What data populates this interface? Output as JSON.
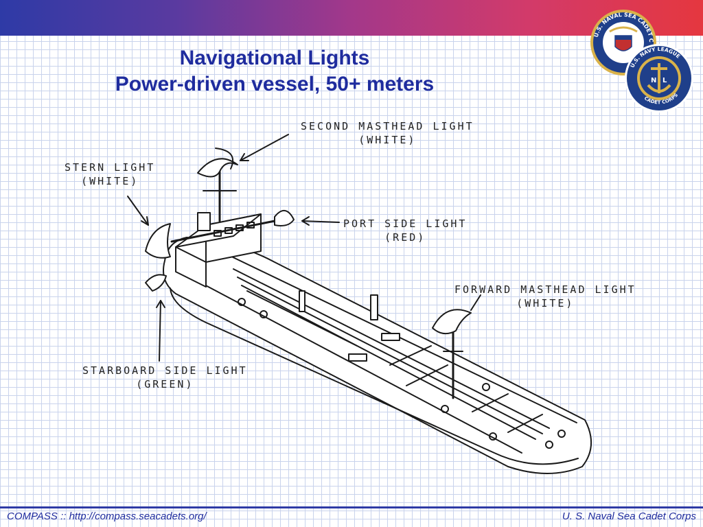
{
  "header": {
    "title_line1": "Navigational Lights",
    "title_line2": "Power-driven vessel, 50+ meters"
  },
  "logos": {
    "seal1_text": "U.S. NAVAL SEA CADET CORPS",
    "seal2_text": "U.S. NAVY LEAGUE · CADET CORPS"
  },
  "labels": {
    "second_masthead": [
      "SECOND MASTHEAD LIGHT",
      "(WHITE)"
    ],
    "stern": [
      "STERN LIGHT",
      "(WHITE)"
    ],
    "port_side": [
      "PORT SIDE LIGHT",
      "(RED)"
    ],
    "forward_masthead": [
      "FORWARD MASTHEAD LIGHT",
      "(WHITE)"
    ],
    "starboard_side": [
      "STARBOARD SIDE LIGHT",
      "(GREEN)"
    ]
  },
  "footer": {
    "left": "COMPASS :: http://compass.seacadets.org/",
    "right": "U. S. Naval Sea Cadet Corps"
  },
  "colors": {
    "title": "#1f2c9e",
    "grid": "#c9d3ec",
    "seal_blue": "#1f3f8a",
    "seal_gold": "#d9b24a"
  }
}
